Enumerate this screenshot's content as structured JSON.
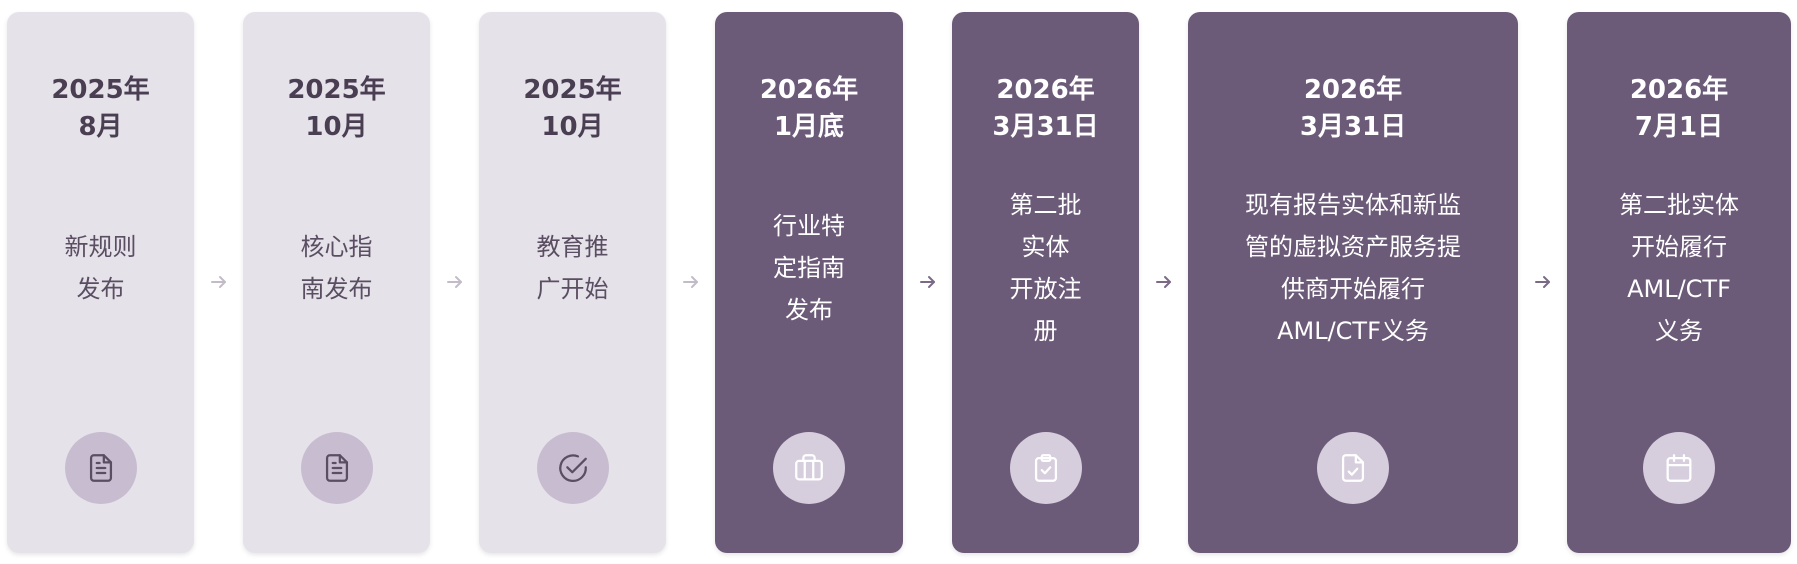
{
  "milestones": [
    {
      "date_line1": "2025年",
      "date_line2": "8月",
      "desc": [
        "新规则",
        "发布"
      ],
      "icon": "document-icon",
      "theme": "light"
    },
    {
      "date_line1": "2025年",
      "date_line2": "10月",
      "desc": [
        "核心指",
        "南发布"
      ],
      "icon": "document-icon",
      "theme": "light"
    },
    {
      "date_line1": "2025年",
      "date_line2": "10月",
      "desc": [
        "教育推",
        "广开始"
      ],
      "icon": "check-circle-icon",
      "theme": "light"
    },
    {
      "date_line1": "2026年",
      "date_line2": "1月底",
      "desc": [
        "行业特",
        "定指南",
        "发布"
      ],
      "icon": "briefcase-icon",
      "theme": "dark"
    },
    {
      "date_line1": "2026年",
      "date_line2": "3月31日",
      "desc": [
        "第二批",
        "实体",
        "开放注",
        "册"
      ],
      "icon": "clipboard-check-icon",
      "theme": "dark"
    },
    {
      "date_line1": "2026年",
      "date_line2": "3月31日",
      "desc": [
        "现有报告实体和新监",
        "管的虚拟资产服务提",
        "供商开始履行",
        "AML/CTF义务"
      ],
      "icon": "file-check-icon",
      "theme": "dark"
    },
    {
      "date_line1": "2026年",
      "date_line2": "7月1日",
      "desc": [
        "第二批实体",
        "开始履行",
        "AML/CTF",
        "义务"
      ],
      "icon": "calendar-icon",
      "theme": "dark"
    }
  ],
  "colors": {
    "light_card": "#e6e2ea",
    "dark_card": "#6b5a78",
    "light_icon_bg": "#c8bdd0",
    "dark_icon_bg": "#d6cddd"
  }
}
